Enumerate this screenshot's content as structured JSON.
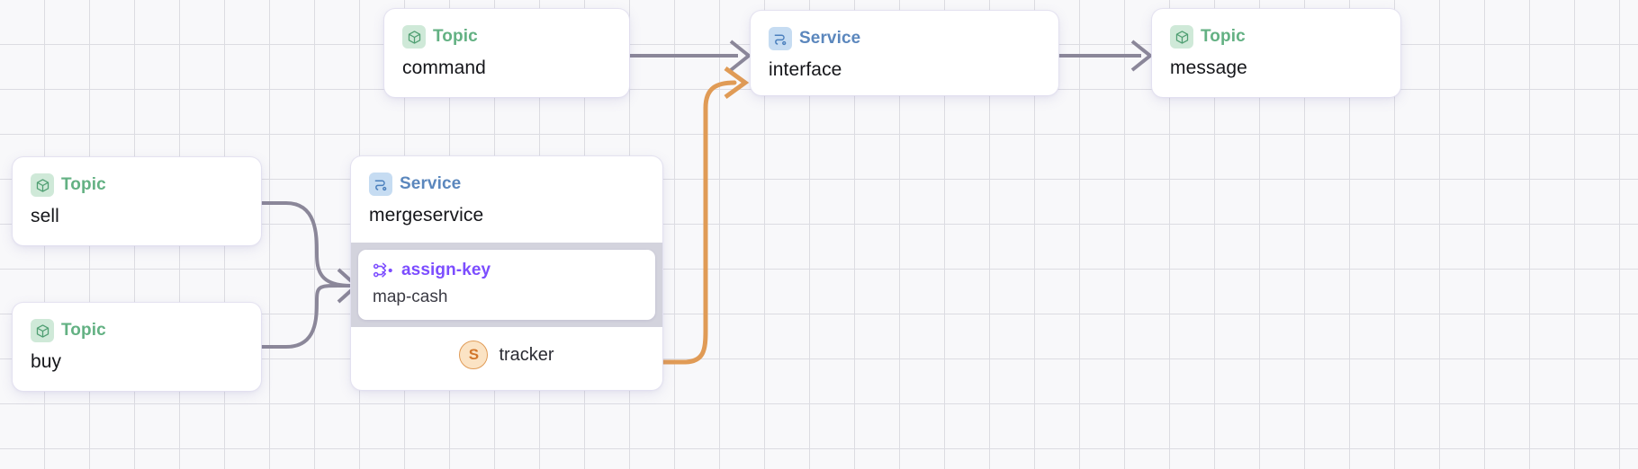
{
  "canvas": {
    "background_color": "#f8f8fa",
    "grid_color": "#dcdce2",
    "grid_size": 50
  },
  "palette": {
    "topic_accent": "#63b183",
    "topic_icon_bg": "#cfe9d8",
    "service_accent": "#5b87bd",
    "service_icon_bg": "#c6dcf2",
    "processor_accent": "#7c4dff",
    "badge_accent": "#d2762a",
    "badge_bg": "#fbe3c4",
    "edge_default": "#8b8799",
    "edge_highlight": "#e09b56",
    "group_band": "#d3d3dd"
  },
  "nodes": {
    "command": {
      "type_label": "Topic",
      "type_icon": "cube-icon",
      "title": "command"
    },
    "interface": {
      "type_label": "Service",
      "type_icon": "pipeline-icon",
      "title": "interface"
    },
    "message": {
      "type_label": "Topic",
      "type_icon": "cube-icon",
      "title": "message"
    },
    "sell": {
      "type_label": "Topic",
      "type_icon": "cube-icon",
      "title": "sell"
    },
    "buy": {
      "type_label": "Topic",
      "type_icon": "cube-icon",
      "title": "buy"
    },
    "mergeservice": {
      "type_label": "Service",
      "type_icon": "pipeline-icon",
      "title": "mergeservice",
      "sub_node": {
        "label": "assign-key",
        "icon": "assign-key-icon",
        "title": "map-cash"
      },
      "badge": {
        "initial": "S",
        "text": "tracker"
      }
    }
  },
  "edges": [
    {
      "name": "command-to-interface",
      "color": "#8b8799",
      "style": "straight"
    },
    {
      "name": "interface-to-message",
      "color": "#8b8799",
      "style": "straight"
    },
    {
      "name": "sell-to-assign-key",
      "color": "#8b8799",
      "style": "curved"
    },
    {
      "name": "buy-to-assign-key",
      "color": "#8b8799",
      "style": "curved"
    },
    {
      "name": "tracker-to-interface",
      "color": "#e09b56",
      "style": "curved"
    }
  ]
}
